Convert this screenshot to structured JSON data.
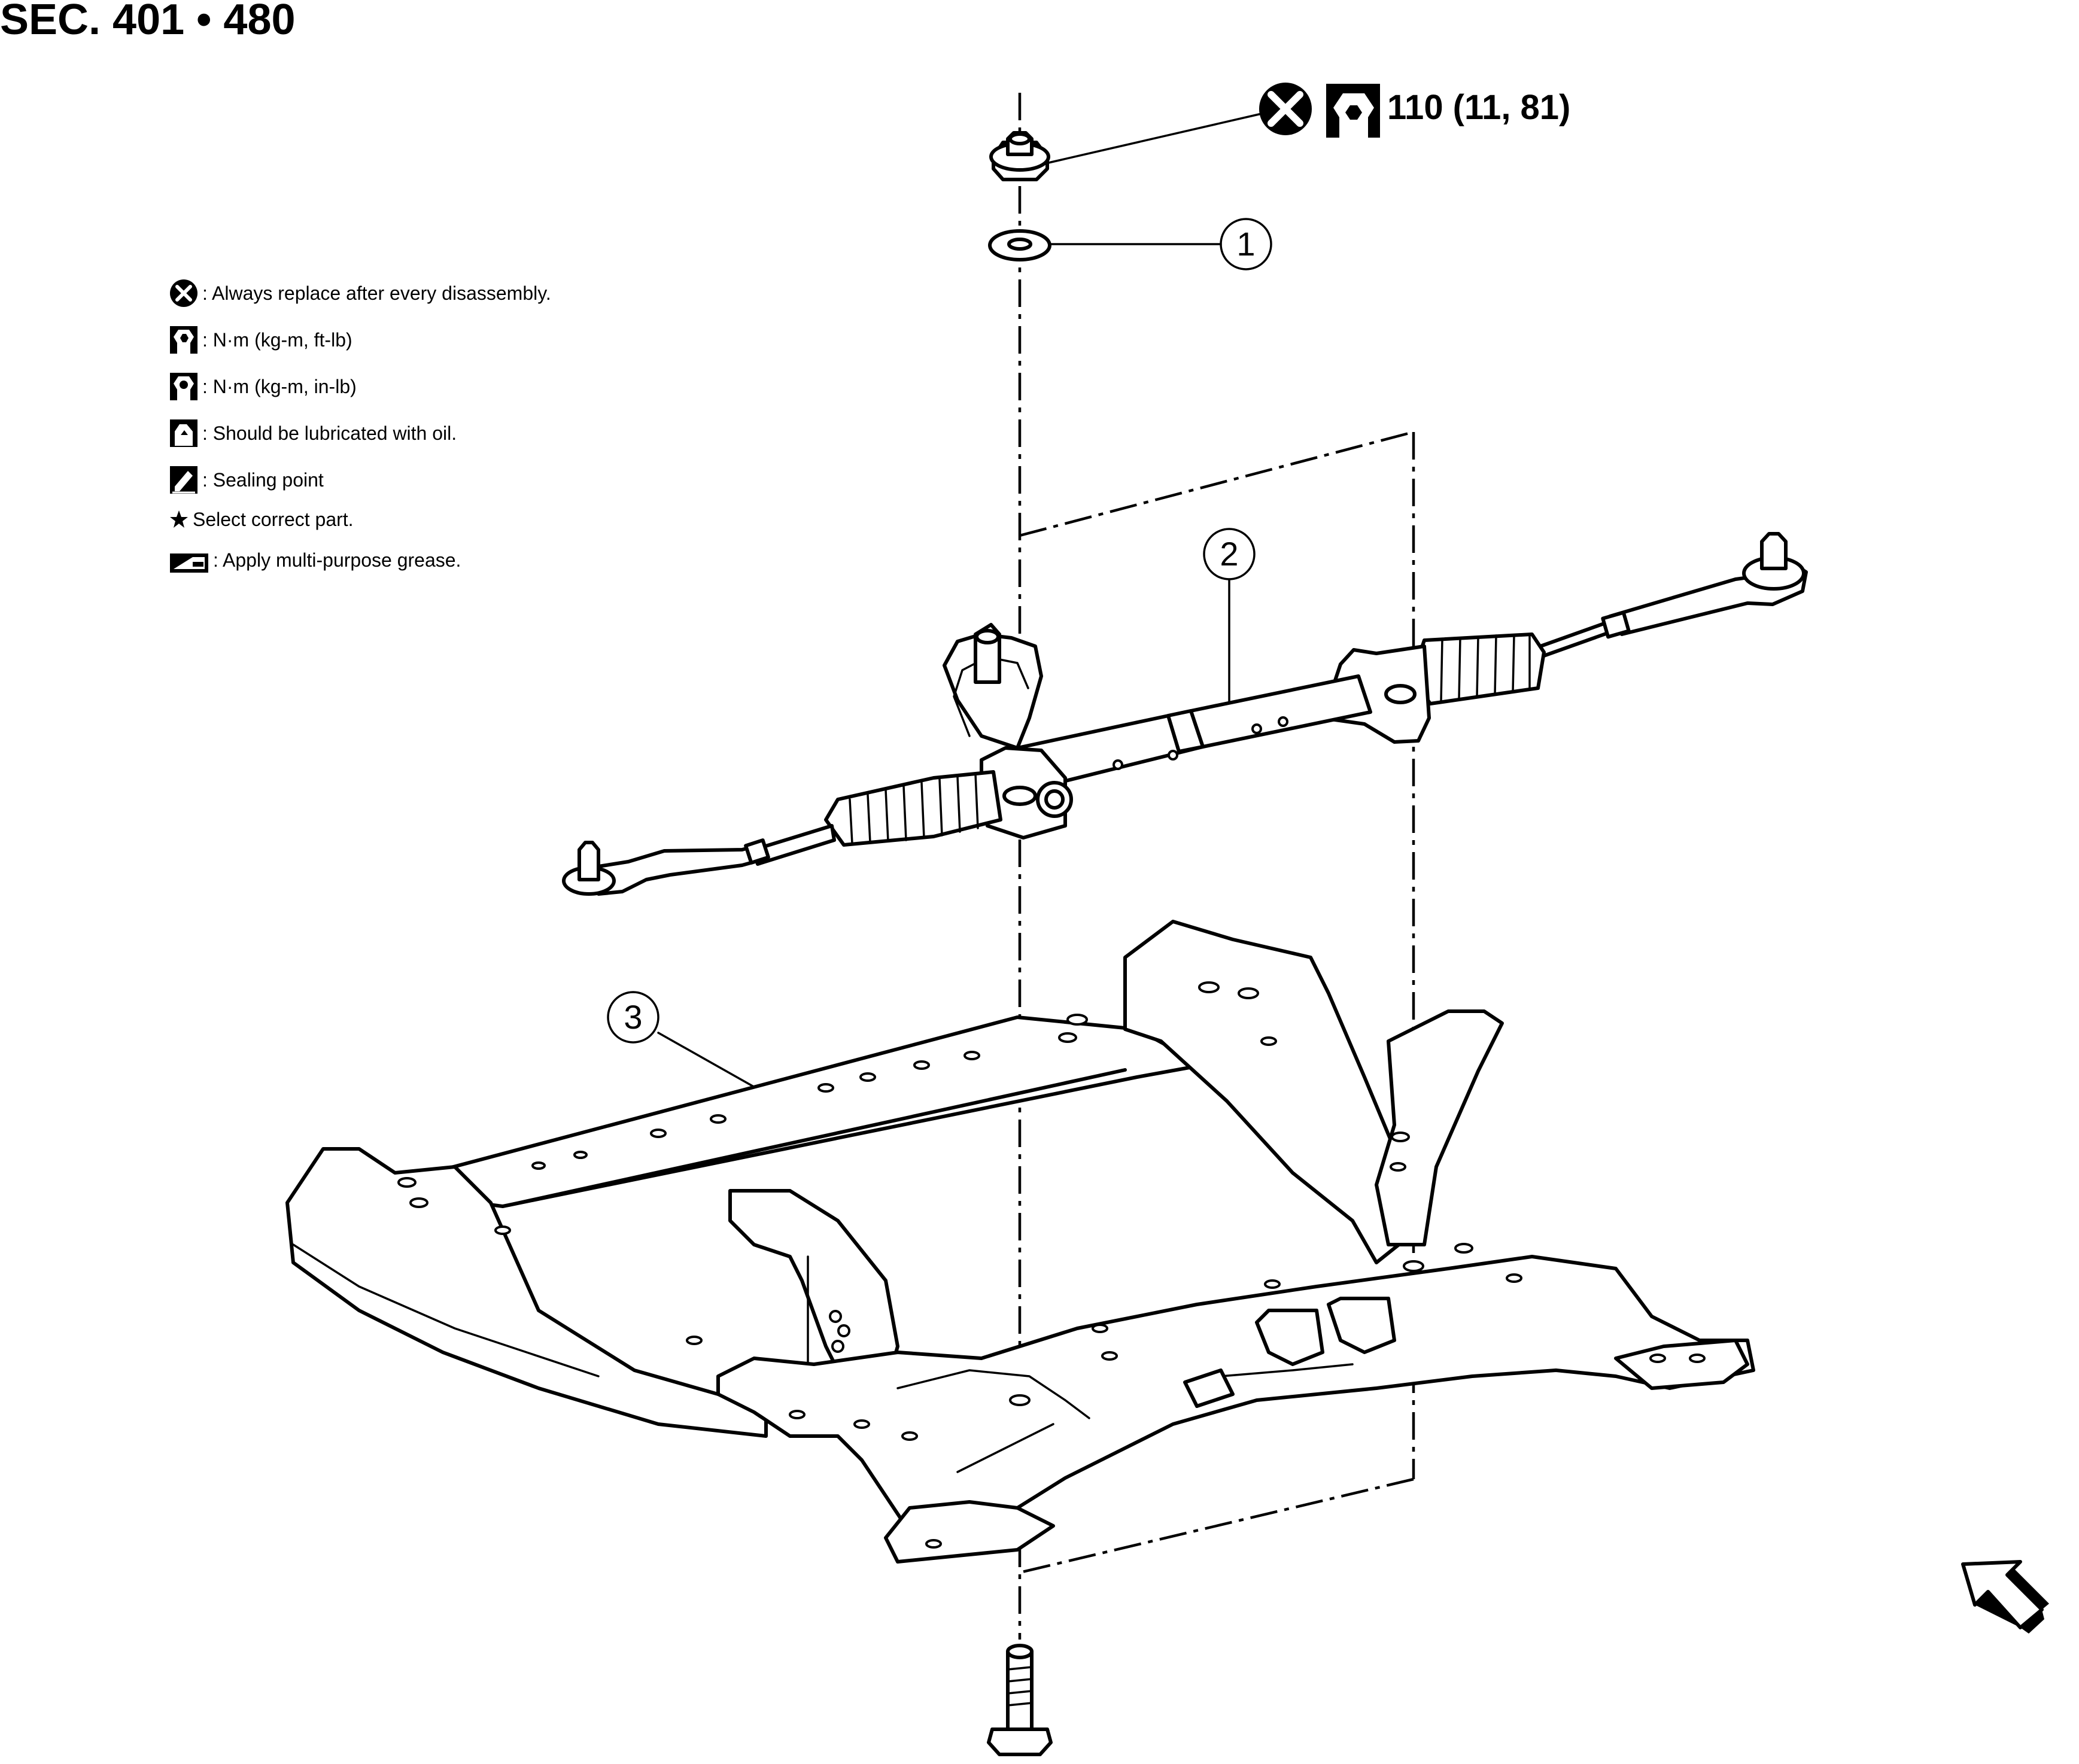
{
  "header": {
    "section_title": "SEC. 401 • 480"
  },
  "torque_spec": {
    "value": "110 (11, 81)"
  },
  "callouts": [
    {
      "number": "1",
      "part": "washer"
    },
    {
      "number": "2",
      "part": "steering-gear-assembly"
    },
    {
      "number": "3",
      "part": "front-suspension-member"
    }
  ],
  "legend": {
    "items": [
      {
        "icon": "replace-icon",
        "text": ": Always replace after every disassembly."
      },
      {
        "icon": "torque-ft-lb-icon",
        "text": ": N·m (kg-m, ft-lb)"
      },
      {
        "icon": "torque-in-lb-icon",
        "text": ": N·m (kg-m, in-lb)"
      },
      {
        "icon": "oil-can-icon",
        "text": ": Should be lubricated with oil."
      },
      {
        "icon": "sealing-icon",
        "text": ": Sealing point"
      },
      {
        "icon": "star-icon",
        "text": " Select correct part."
      },
      {
        "icon": "grease-icon",
        "text": " : Apply multi-purpose grease."
      }
    ]
  },
  "icons": {
    "direction": "front-arrow-icon",
    "replace": "replace-icon",
    "torque": "torque-wrench-icon"
  }
}
